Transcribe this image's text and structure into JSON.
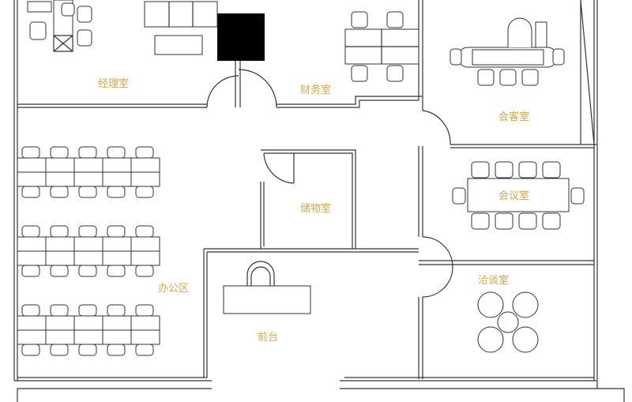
{
  "rooms": {
    "manager": "经理室",
    "finance": "财务室",
    "reception_guest": "会客室",
    "storage": "储物室",
    "meeting": "会议室",
    "office_area": "办公区",
    "negotiation": "洽谈室",
    "front_desk": "前台"
  },
  "colors": {
    "label": "#d4a84a",
    "wall": "#333333"
  }
}
